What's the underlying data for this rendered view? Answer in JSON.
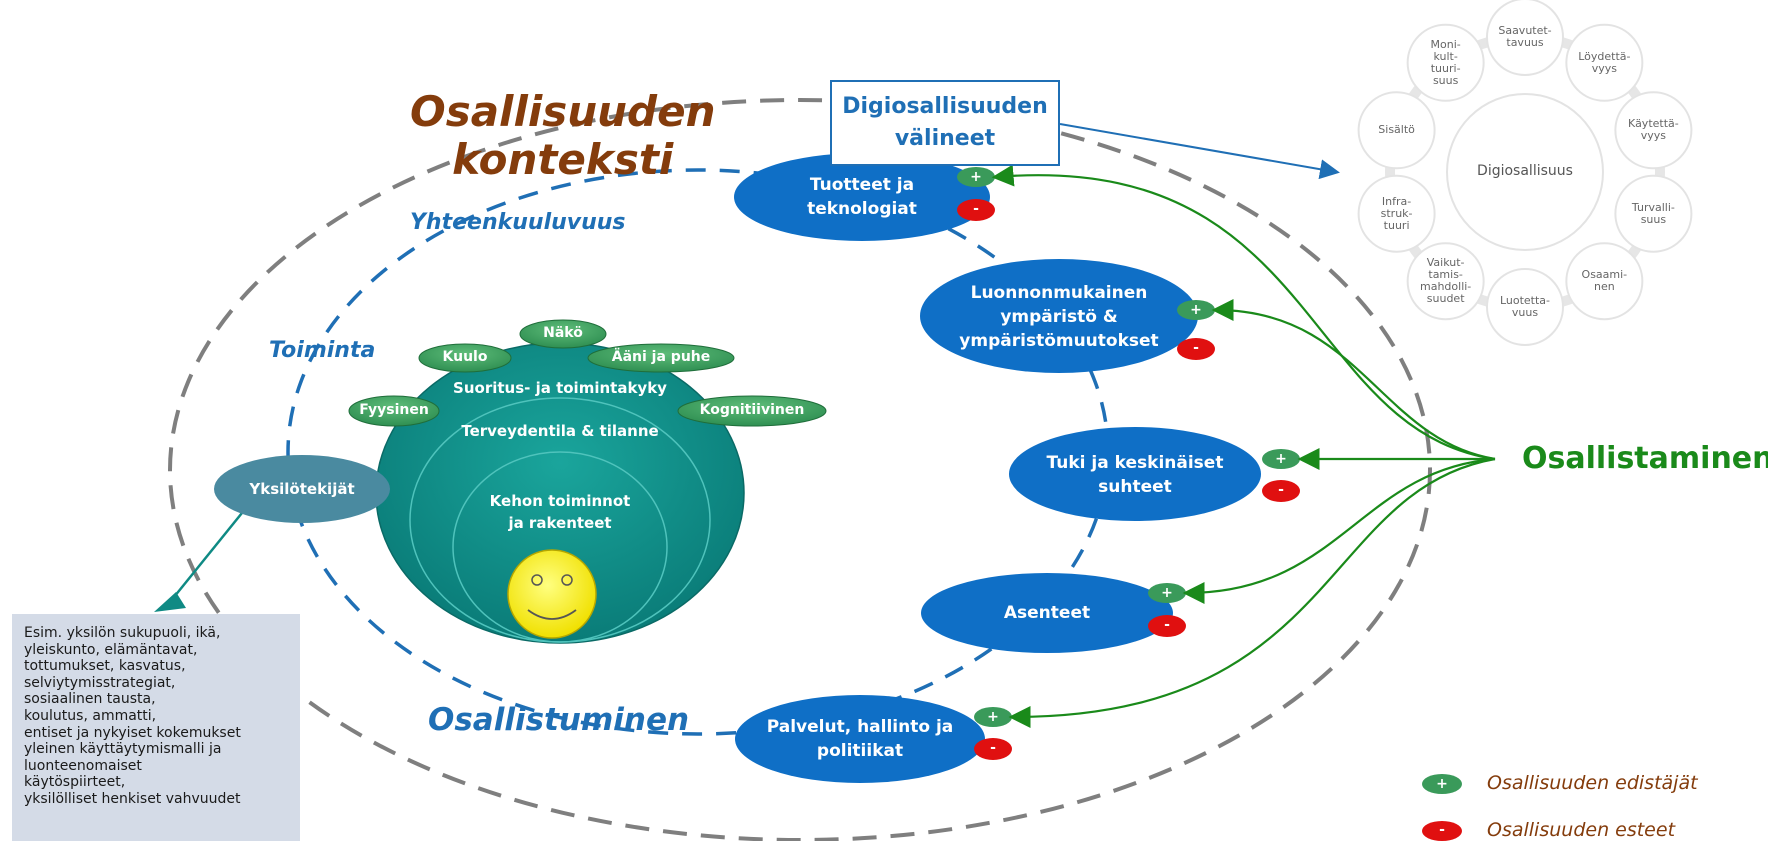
{
  "context_title": [
    "Osallisuuden",
    "konteksti"
  ],
  "rings": {
    "belonging": "Yhteenkuuluvuus",
    "activity": "Toiminta",
    "participation": "Osallistuminen"
  },
  "digi_tools": [
    "Digiosallisuuden",
    "välineet"
  ],
  "environment_factors": [
    {
      "lines": [
        "Tuotteet ja",
        "teknologiat"
      ]
    },
    {
      "lines": [
        "Luonnonmukainen",
        "ympäristö &",
        "ympäristömuutokset"
      ]
    },
    {
      "lines": [
        "Tuki ja keskinäiset",
        "suhteet"
      ]
    },
    {
      "lines": [
        "Asenteet"
      ]
    },
    {
      "lines": [
        "Palvelut, hallinto ja",
        "politiikat"
      ]
    }
  ],
  "plus_sign": "+",
  "minus_sign": "-",
  "functioning": {
    "senses": [
      "Näkö",
      "Kuulo",
      "Ääni ja puhe",
      "Fyysinen",
      "Kognitiivinen"
    ],
    "performance": "Suoritus- ja toimintakyky",
    "health": "Terveydentila & tilanne",
    "body": [
      "Kehon toiminnot",
      "ja rakenteet"
    ]
  },
  "personal_factors": {
    "label": "Yksilötekijät",
    "examples": [
      "Esim. yksilön sukupuoli, ikä,",
      "yleiskunto, elämäntavat,",
      "tottumukset, kasvatus,",
      "selviytymisstrategiat,",
      "sosiaalinen tausta,",
      "koulutus, ammatti,",
      "entiset ja nykyiset kokemukset",
      "yleinen käyttäytymismalli ja",
      "luonteenomaiset",
      "käytöspiirteet,",
      "yksilölliset henkiset vahvuudet"
    ]
  },
  "enabling": "Osallistaminen",
  "legend": {
    "promoters": "Osallisuuden edistäjät",
    "barriers": "Osallisuuden esteet"
  },
  "digi_wheel": {
    "center": "Digiosallisuus",
    "items": [
      [
        "Saavutet-",
        "tavuus"
      ],
      [
        "Löydettä-",
        "vyys"
      ],
      [
        "Käytettä-",
        "vyys"
      ],
      [
        "Turvalli-",
        "suus"
      ],
      [
        "Osaami-",
        "nen"
      ],
      [
        "Luotetta-",
        "vuus"
      ],
      [
        "Vaikut-",
        "tamis-",
        "mahdolli-",
        "suudet"
      ],
      [
        "Infra-",
        "struk-",
        "tuuri"
      ],
      [
        "Sisältö"
      ],
      [
        "Moni-",
        "kult-",
        "tuuri-",
        "suus"
      ]
    ]
  },
  "colors": {
    "context": "#843c0c",
    "blue": "#0f6fc6",
    "teal": "#0f8a84",
    "green": "#1a8a1a",
    "plus": "#3a9a5a",
    "minus": "#e01010"
  }
}
